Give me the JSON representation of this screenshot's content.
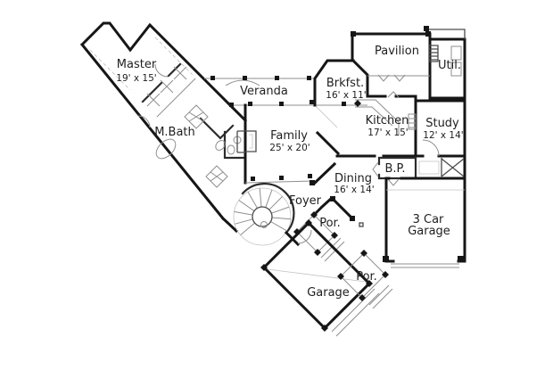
{
  "plan": {
    "type": "floor-plan",
    "rooms": {
      "master": {
        "name": "Master",
        "dims": "19' x 15'"
      },
      "mbath": {
        "name": "M.Bath"
      },
      "veranda": {
        "name": "Veranda"
      },
      "brkfst": {
        "name": "Brkfst.",
        "dims": "16' x 11'"
      },
      "pavilion": {
        "name": "Pavilion"
      },
      "util": {
        "name": "Util."
      },
      "kitchen": {
        "name": "Kitchen",
        "dims": "17' x 15'"
      },
      "study": {
        "name": "Study",
        "dims": "12' x 14'"
      },
      "family": {
        "name": "Family",
        "dims": "25' x 20'"
      },
      "dining": {
        "name": "Dining",
        "dims": "16' x 14'"
      },
      "butlers_pantry": {
        "name": "B.P."
      },
      "foyer": {
        "name": "Foyer"
      },
      "porch_front": {
        "name": "Por."
      },
      "garage_3car": {
        "name_line1": "3 Car",
        "name_line2": "Garage"
      },
      "garage_detached": {
        "name": "Garage"
      },
      "porch_rear": {
        "name": "Por."
      }
    },
    "colors": {
      "wall": "#161616",
      "partition": "#2b2b2b",
      "detail": "#8f8f8f",
      "light": "#c2c2c2",
      "label": "#1e1e1e",
      "background": "#ffffff"
    }
  }
}
